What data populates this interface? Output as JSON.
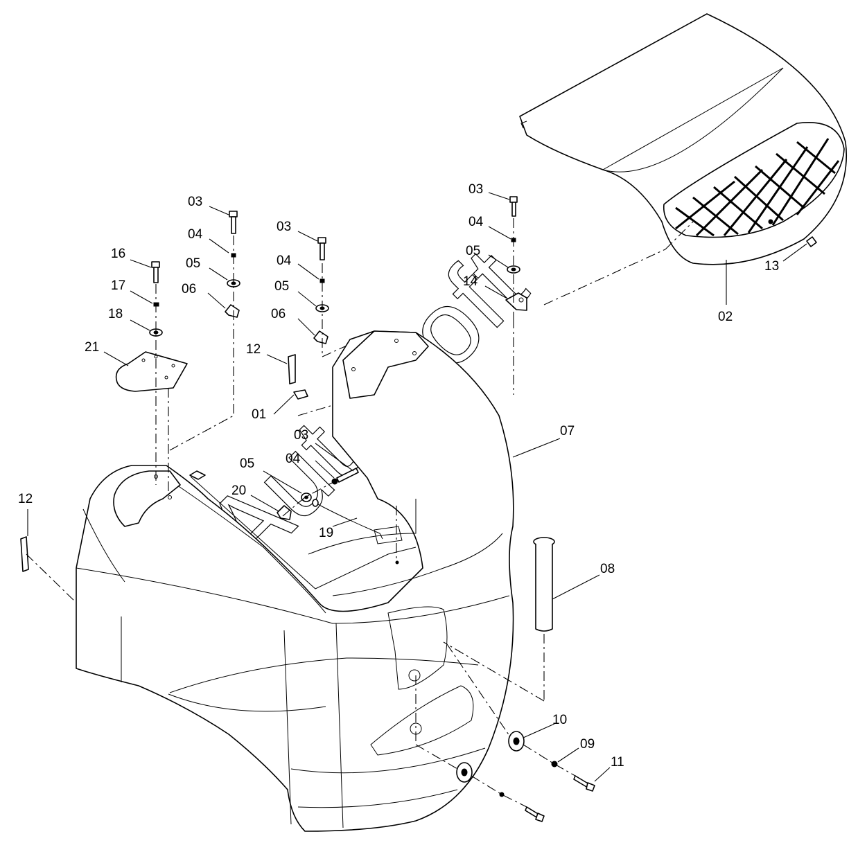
{
  "watermark": "AutoSoft",
  "callouts": {
    "c_03a": "03",
    "c_04a": "04",
    "c_05a": "05",
    "c_06a": "06",
    "c_16": "16",
    "c_17": "17",
    "c_18": "18",
    "c_21": "21",
    "c_03b": "03",
    "c_04b": "04",
    "c_05b": "05",
    "c_06b": "06",
    "c_12a": "12",
    "c_01": "01",
    "c_03c": "03",
    "c_04c": "04",
    "c_05c": "05",
    "c_14": "14",
    "c_13": "13",
    "c_02": "02",
    "c_07": "07",
    "c_03d": "03",
    "c_04d": "04",
    "c_05d": "05",
    "c_20": "20",
    "c_19": "19",
    "c_12b": "12",
    "c_08": "08",
    "c_10": "10",
    "c_09": "09",
    "c_11": "11"
  }
}
